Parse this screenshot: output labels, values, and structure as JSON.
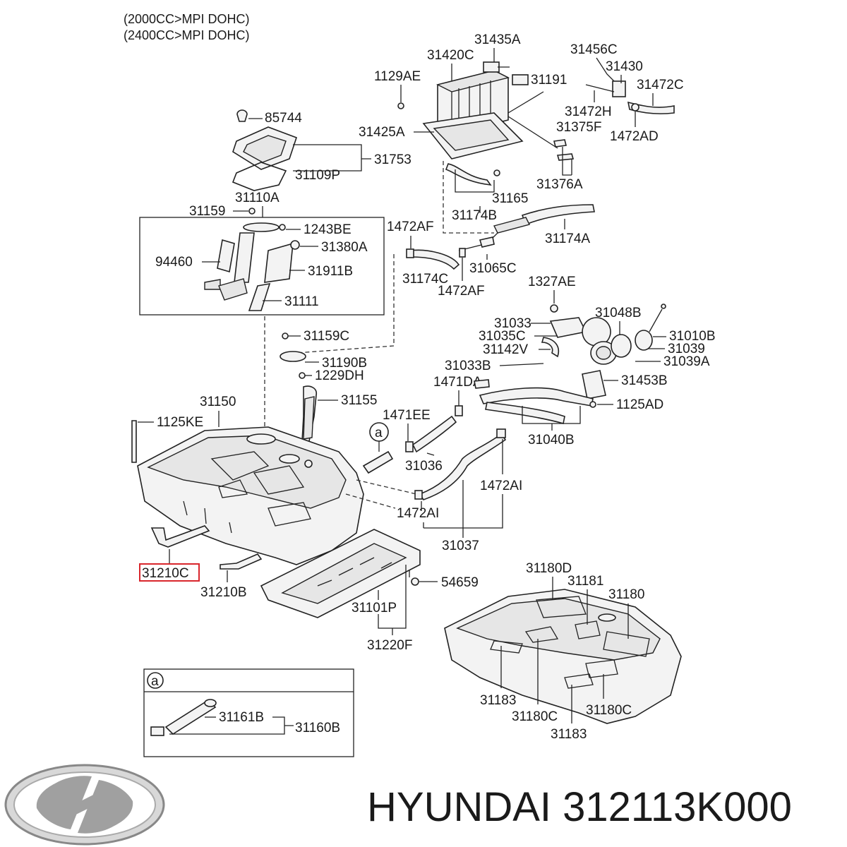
{
  "header": {
    "line1": "(2000CC>MPI DOHC)",
    "line2": "(2400CC>MPI DOHC)"
  },
  "labels": {
    "l31435A": "31435A",
    "l31420C": "31420C",
    "l1129AE": "1129AE",
    "l31191": "31191",
    "l31456C": "31456C",
    "l31430": "31430",
    "l31472C": "31472C",
    "l31472H": "31472H",
    "l1472AD": "1472AD",
    "l85744": "85744",
    "l31425A": "31425A",
    "l31375F": "31375F",
    "l31753": "31753",
    "l31109P": "31109P",
    "l31376A": "31376A",
    "l31110A": "31110A",
    "l31165": "31165",
    "l31159": "31159",
    "l31174B": "31174B",
    "l1243BE": "1243BE",
    "l1472AF_top": "1472AF",
    "l31174A": "31174A",
    "l31380A": "31380A",
    "l94460": "94460",
    "l31911B": "31911B",
    "l31174C": "31174C",
    "l31065C": "31065C",
    "l1472AF_bot": "1472AF",
    "l31111": "31111",
    "l1327AE": "1327AE",
    "l31033": "31033",
    "l31048B": "31048B",
    "l31035C": "31035C",
    "l31010B": "31010B",
    "l31159C": "31159C",
    "l31142V": "31142V",
    "l31039": "31039",
    "l31190B": "31190B",
    "l31033B": "31033B",
    "l31039A": "31039A",
    "l1229DH": "1229DH",
    "l31453B": "31453B",
    "l1471DA": "1471DA",
    "l31150": "31150",
    "l31155": "31155",
    "l1125AD": "1125AD",
    "l1471EE": "1471EE",
    "l1125KE": "1125KE",
    "l31040B": "31040B",
    "l31036": "31036",
    "l1472AI_r": "1472AI",
    "l1472AI_l": "1472AI",
    "l31037": "31037",
    "l31210C": "31210C",
    "l31210B": "31210B",
    "l54659": "54659",
    "l31180D": "31180D",
    "l31181": "31181",
    "l31180": "31180",
    "l31101P": "31101P",
    "l31220F": "31220F",
    "l31183_a": "31183",
    "l31180C_a": "31180C",
    "l31180C_b": "31180C",
    "l31183_b": "31183",
    "l31161B": "31161B",
    "l31160B": "31160B"
  },
  "callout": {
    "ref_a": "a",
    "ref_a_box": "a"
  },
  "highlight_color": "#d9262c",
  "brand_icon": "hyundai-logo-icon",
  "footer": {
    "part_number_text": "HYUNDAI 312113K000"
  }
}
